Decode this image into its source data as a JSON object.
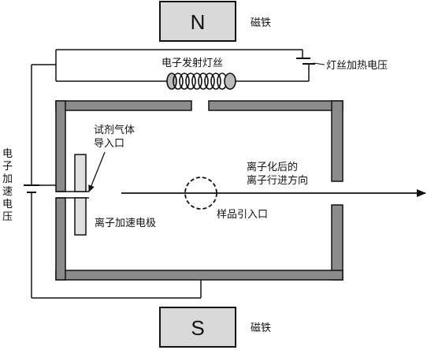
{
  "magnets": {
    "north_letter": "N",
    "south_letter": "S",
    "north_label": "磁铁",
    "south_label": "磁铁"
  },
  "filament": {
    "label": "电子发射灯丝",
    "voltage_label": "灯丝加热电压"
  },
  "accel": {
    "label_chars": [
      "电",
      "子",
      "加",
      "速",
      "电",
      "压"
    ]
  },
  "gas": {
    "line1": "试剂气体",
    "line2": "导入口"
  },
  "ion_electrode_label": "离子加速电极",
  "direction": {
    "line1": "离子化后的",
    "line2": "离子行进方向"
  },
  "sample_label": "样品引入口",
  "colors": {
    "chamber_fill": "#8c8c8c",
    "magnet_fill": "#d9d9d9",
    "electrode_fill": "#e0e0e0",
    "line": "#111111"
  }
}
